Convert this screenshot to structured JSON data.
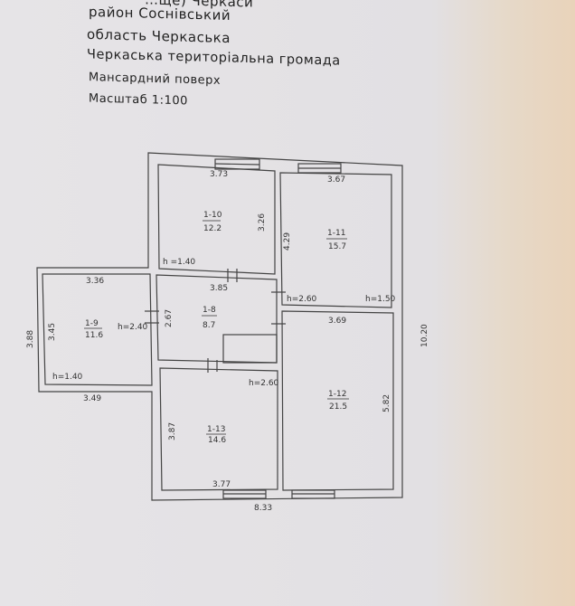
{
  "header": {
    "line0": "…ще) Черкаси",
    "line1": "район Соснівський",
    "line2": "область Черкаська",
    "line3": "Черкаська територіальна громада",
    "floor": "Мансардний поверх",
    "scale": "Масштаб  1:100"
  },
  "rooms": [
    {
      "id": "1-10",
      "area": "12.2"
    },
    {
      "id": "1-11",
      "area": "15.7"
    },
    {
      "id": "1-9",
      "area": "11.6"
    },
    {
      "id": "1-8",
      "area": "8.7"
    },
    {
      "id": "1-13",
      "area": "14.6"
    },
    {
      "id": "1-12",
      "area": "21.5"
    }
  ],
  "dimensions": {
    "r10_w": "3.73",
    "r10_h": "3.26",
    "r10_height": "h =1.40",
    "r11_w": "3.67",
    "r11_h": "4.29",
    "r11_height1": "h=2.60",
    "r11_height2": "h=1.50",
    "r9_w": "3.36",
    "r9_h": "3.45",
    "r9_height1": "h=2.40",
    "r9_height2": "h=1.40",
    "r9_bottom": "3.49",
    "r9_outer": "3.88",
    "r8_w": "3.85",
    "r8_h": "2.67",
    "r13_w": "3.77",
    "r13_h": "3.87",
    "r13_height": "h=2.60",
    "r12_w": "3.69",
    "r12_h": "5.82",
    "total_w": "8.33",
    "total_h": "10.20"
  }
}
